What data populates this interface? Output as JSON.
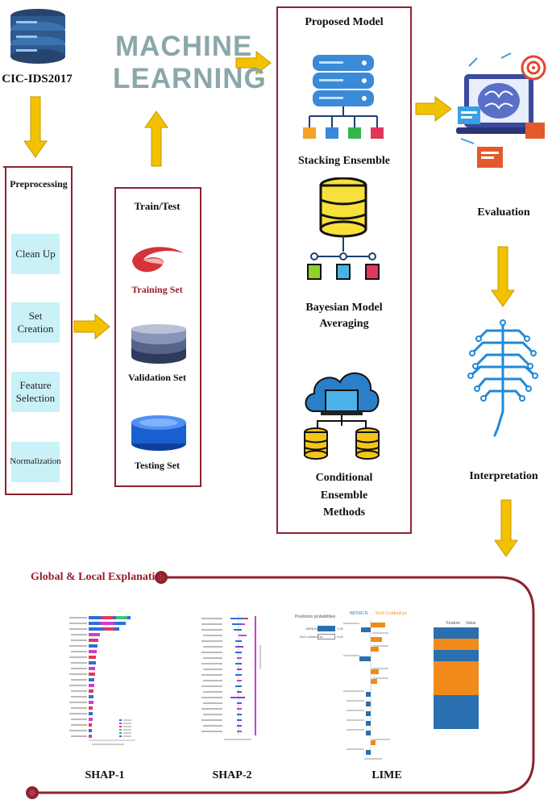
{
  "dataset": {
    "label": "CIC-IDS2017"
  },
  "ml_text": {
    "line1": "MACHINE",
    "line2": "LEARNING"
  },
  "preprocessing": {
    "title": "Preprocessing",
    "steps": [
      "Clean Up",
      "Set Creation",
      "Feature\nSelection",
      "Normalization"
    ]
  },
  "train_test": {
    "title": "Train/Test",
    "training": "Training Set",
    "validation": "Validation Set",
    "testing": "Testing Set"
  },
  "proposed": {
    "title": "Proposed Model",
    "stacking": "Stacking Ensemble",
    "bma": "Bayesian Model\nAveraging",
    "cem": "Conditional\nEnsemble\nMethods"
  },
  "evaluation": {
    "label": "Evaluation"
  },
  "interpretation": {
    "label": "Interpretation"
  },
  "explanation": {
    "title": "Global & Local Explanation"
  },
  "shap1": {
    "label": "SHAP-1"
  },
  "shap2": {
    "label": "SHAP-2"
  },
  "lime": {
    "label": "LIME",
    "pred_title": "Prediction probabilities",
    "pred_rows": [
      {
        "name": "BENIGN",
        "value": "1.00"
      },
      {
        "name": "DoS GoldenEye",
        "value": "0.00"
      }
    ],
    "class_benign": "BENIGN",
    "class_dos": "DoS GoldenEye",
    "table_headers": [
      "Feature",
      "Value"
    ]
  },
  "colors": {
    "border": "#8b2330",
    "arrow": "#f2c200",
    "step_bg": "#c9f1f7",
    "red_text": "#9b1c2c",
    "ml_text": "#8aa7a9"
  }
}
